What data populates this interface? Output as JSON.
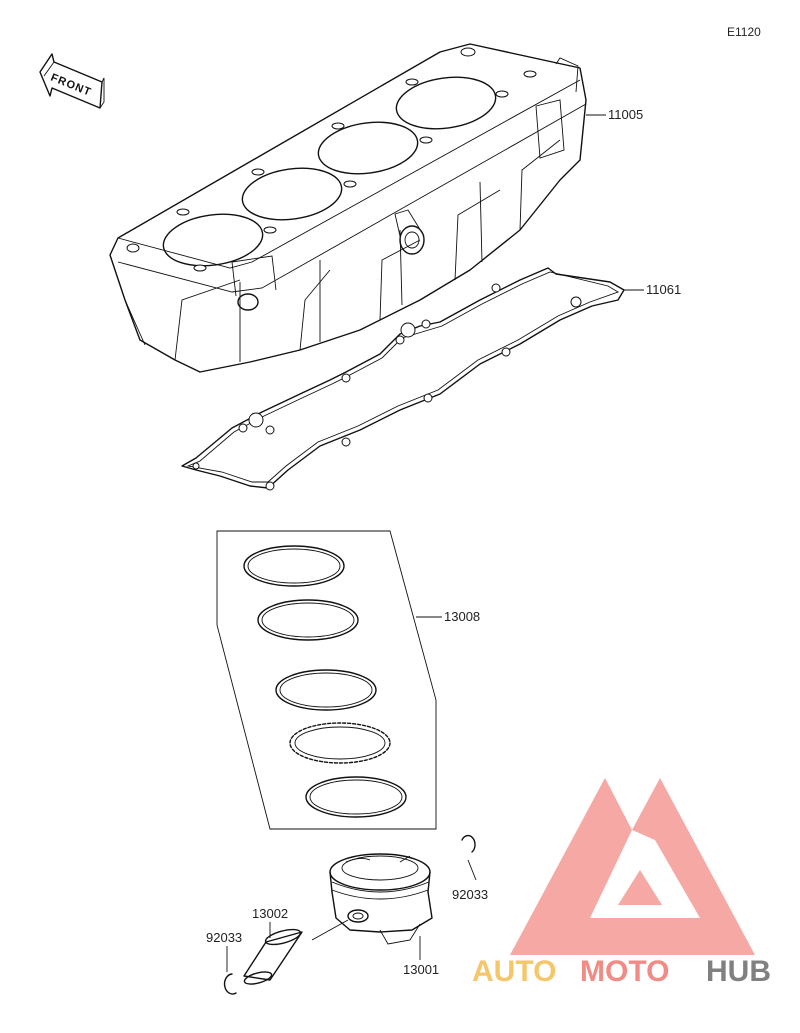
{
  "diagram": {
    "code": "E1120",
    "front_label": "FRONT",
    "parts": {
      "cylinder": "11005",
      "gasket": "11061",
      "ring_set": "13008",
      "snap_ring_right": "92033",
      "pin": "13002",
      "snap_ring_left": "92033",
      "piston": "13001"
    }
  },
  "watermark": {
    "auto": "AUTO",
    "moto": "MOTO",
    "hub": "HUB",
    "colors": {
      "logo": "#f28b86",
      "auto": "#f6c66a",
      "moto": "#f28b86",
      "hub": "#808080"
    }
  }
}
